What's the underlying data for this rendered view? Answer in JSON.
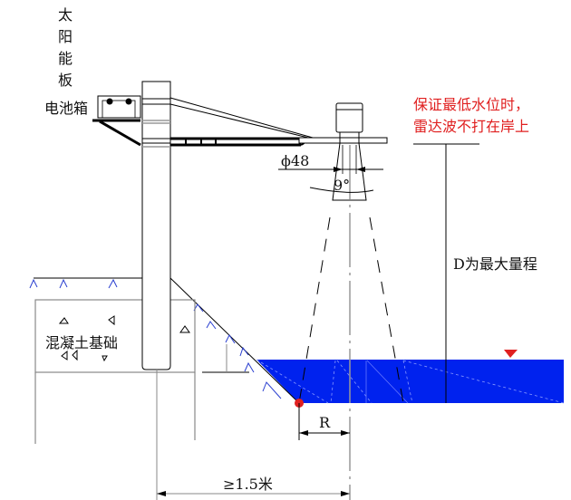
{
  "labels": {
    "solar_panel": [
      "太",
      "阳",
      "能",
      "板"
    ],
    "battery_box": "电池箱",
    "concrete_foundation": "混凝土基础",
    "note_line1": "保证最低水位时，",
    "note_line2": "雷达波不打在岸上",
    "max_range": "D为最大量程",
    "diameter": "ϕ48",
    "beam_angle": "9°",
    "radius": "R",
    "min_distance": "≥1.5米"
  },
  "colors": {
    "water": "#0022ee",
    "warning": "#e02020",
    "grass": "#2a3fd0"
  }
}
